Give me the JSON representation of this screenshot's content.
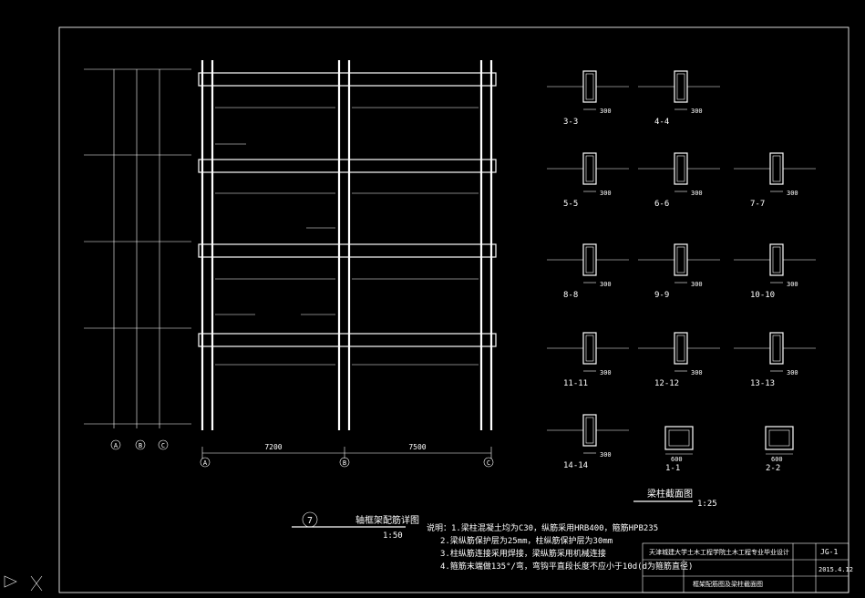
{
  "frame": {
    "axis_labels": [
      "A",
      "B",
      "C"
    ],
    "spans": [
      "7200",
      "7500"
    ],
    "title_num": "7",
    "title": "轴框架配筋详图",
    "scale": "1:50"
  },
  "left_axis_labels": [
    "A",
    "B",
    "C"
  ],
  "sections": [
    {
      "label": "3-3",
      "dim": "300"
    },
    {
      "label": "4-4",
      "dim": "300"
    },
    {
      "label": "5-5",
      "dim": "300"
    },
    {
      "label": "6-6",
      "dim": "300"
    },
    {
      "label": "7-7",
      "dim": "300"
    },
    {
      "label": "8-8",
      "dim": "300"
    },
    {
      "label": "9-9",
      "dim": "300"
    },
    {
      "label": "10-10",
      "dim": "300"
    },
    {
      "label": "11-11",
      "dim": "300"
    },
    {
      "label": "12-12",
      "dim": "300"
    },
    {
      "label": "13-13",
      "dim": "300"
    },
    {
      "label": "14-14",
      "dim": "300"
    }
  ],
  "columns": [
    {
      "label": "1-1",
      "dim": "600"
    },
    {
      "label": "2-2",
      "dim": "600"
    }
  ],
  "section_title": "梁柱截面图",
  "section_scale": "1:25",
  "notes": [
    "说明：1.梁柱混凝土均为C30，纵筋采用HRB400，箍筋HPB235",
    "2.梁纵筋保护层为25mm，柱纵筋保护层为30mm",
    "3.柱纵筋连接采用焊接，梁纵筋采用机械连接",
    "4.箍筋末端做135°/弯，弯钩平直段长度不应小于10d(d为箍筋直径)"
  ],
  "titleblock": {
    "project": "天津城建大学土木工程学院土木工程专业毕业设计",
    "drawing": "框架配筋图及梁柱截面图",
    "number": "JG-1",
    "date": "2015.4.12"
  }
}
